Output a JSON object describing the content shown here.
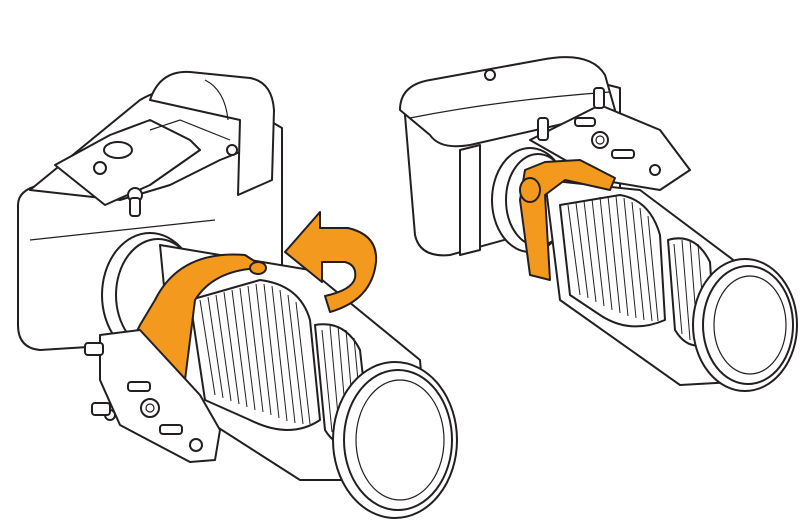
{
  "figure": {
    "panels": [
      {
        "id": "before",
        "description_icon": "camera-with-lens-and-rotating-collar"
      },
      {
        "id": "after",
        "description_icon": "camera-with-lens-collar-rotated-to-top"
      }
    ],
    "arrow_icon": "rotate-arrow-icon"
  },
  "colors": {
    "accent": "#f39a1e",
    "ink": "#231f20",
    "background": "#ffffff"
  }
}
